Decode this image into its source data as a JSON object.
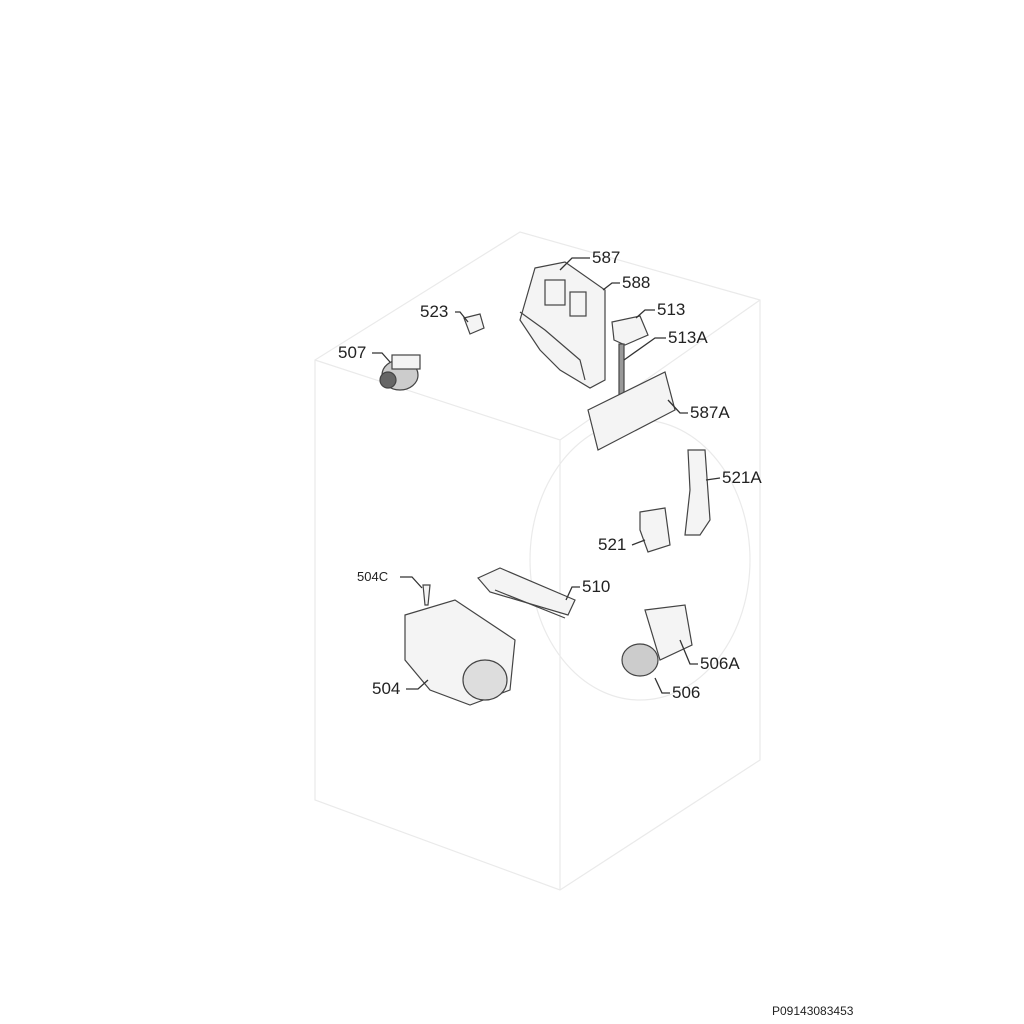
{
  "diagram": {
    "type": "exploded-parts-diagram",
    "part_labels": {
      "p587": "587",
      "p588": "588",
      "p523": "523",
      "p513": "513",
      "p513A": "513A",
      "p507": "507",
      "p587A": "587A",
      "p521A": "521A",
      "p521": "521",
      "p504C": "504C",
      "p510": "510",
      "p506A": "506A",
      "p504": "504",
      "p506": "506"
    },
    "reference_code": "P09143083453"
  }
}
